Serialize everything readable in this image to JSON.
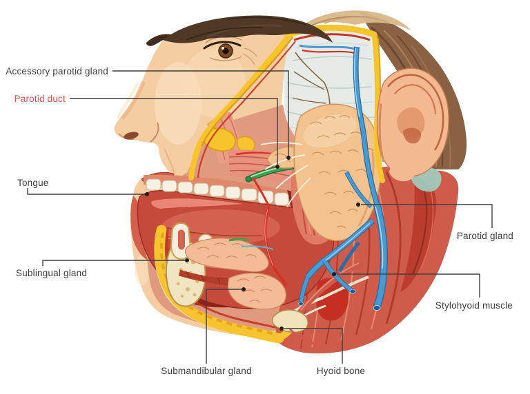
{
  "colors": {
    "background": "#ffffff",
    "label_text": "#3e3e3e",
    "highlight_label_text": "#e0524f",
    "leader_line": "#3e3e3e",
    "skin": "#f4cda2",
    "fat_border_yellow": "#f6c52e",
    "muscle_red": "#d4584a",
    "parotid_tan": "#f2c28f",
    "vein_blue": "#4a9ad2",
    "artery_red": "#d63326",
    "parotid_duct_green": "#3da24e",
    "tongue_red": "#c64a3b",
    "bone_cream": "#f1e2bc"
  },
  "labels": [
    {
      "id": "accessory-parotid-gland",
      "text": "Accessory parotid gland",
      "emphasis": false
    },
    {
      "id": "parotid-duct",
      "text": "Parotid duct",
      "emphasis": true
    },
    {
      "id": "tongue",
      "text": "Tongue",
      "emphasis": false
    },
    {
      "id": "sublingual-gland",
      "text": "Sublingual gland",
      "emphasis": false
    },
    {
      "id": "submandibular-gland",
      "text": "Submandibular gland",
      "emphasis": false
    },
    {
      "id": "hyoid-bone",
      "text": "Hyoid bone",
      "emphasis": false
    },
    {
      "id": "parotid-gland",
      "text": "Parotid gland",
      "emphasis": false
    },
    {
      "id": "stylohyoid-muscle",
      "text": "Stylohyoid muscle",
      "emphasis": false
    }
  ]
}
